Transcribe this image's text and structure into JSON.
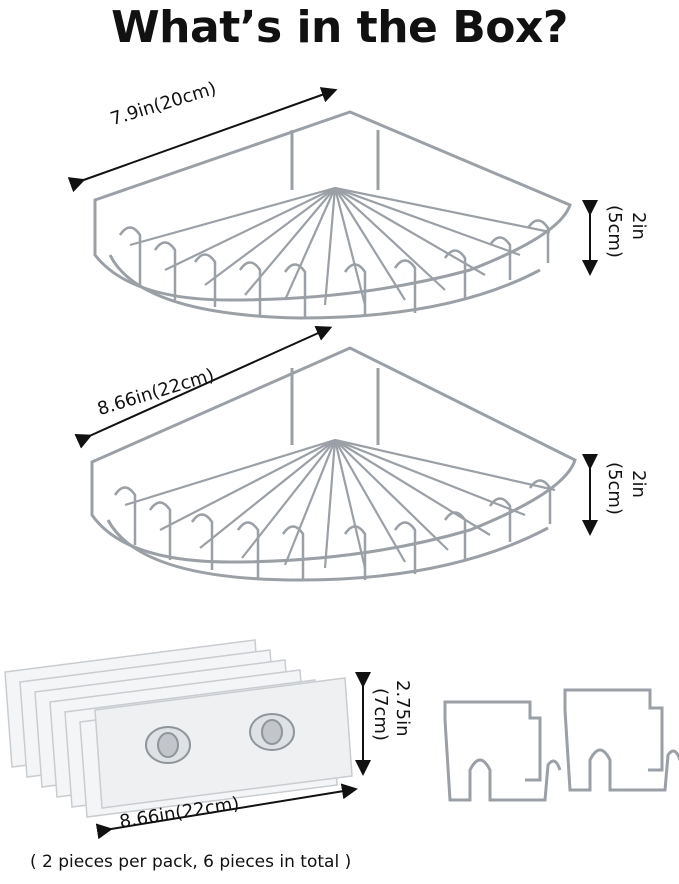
{
  "title": "What’s in the Box?",
  "basket_small": {
    "width_label": "7.9in(20cm)",
    "height_label_in": "2in",
    "height_label_cm": "(5cm)"
  },
  "basket_large": {
    "width_label": "8.66in(22cm)",
    "height_label_in": "2in",
    "height_label_cm": "(5cm)"
  },
  "adhesive": {
    "height_label_in": "2.75in",
    "height_label_cm": "(7cm)",
    "width_label": "8.66in(22cm)"
  },
  "caption": "( 2 pieces per pack, 6 pieces in total )",
  "colors": {
    "metal": "#9aa0a6",
    "metal_dark": "#6b7077",
    "arrow": "#111111",
    "sheet": "#c9ccd0"
  }
}
